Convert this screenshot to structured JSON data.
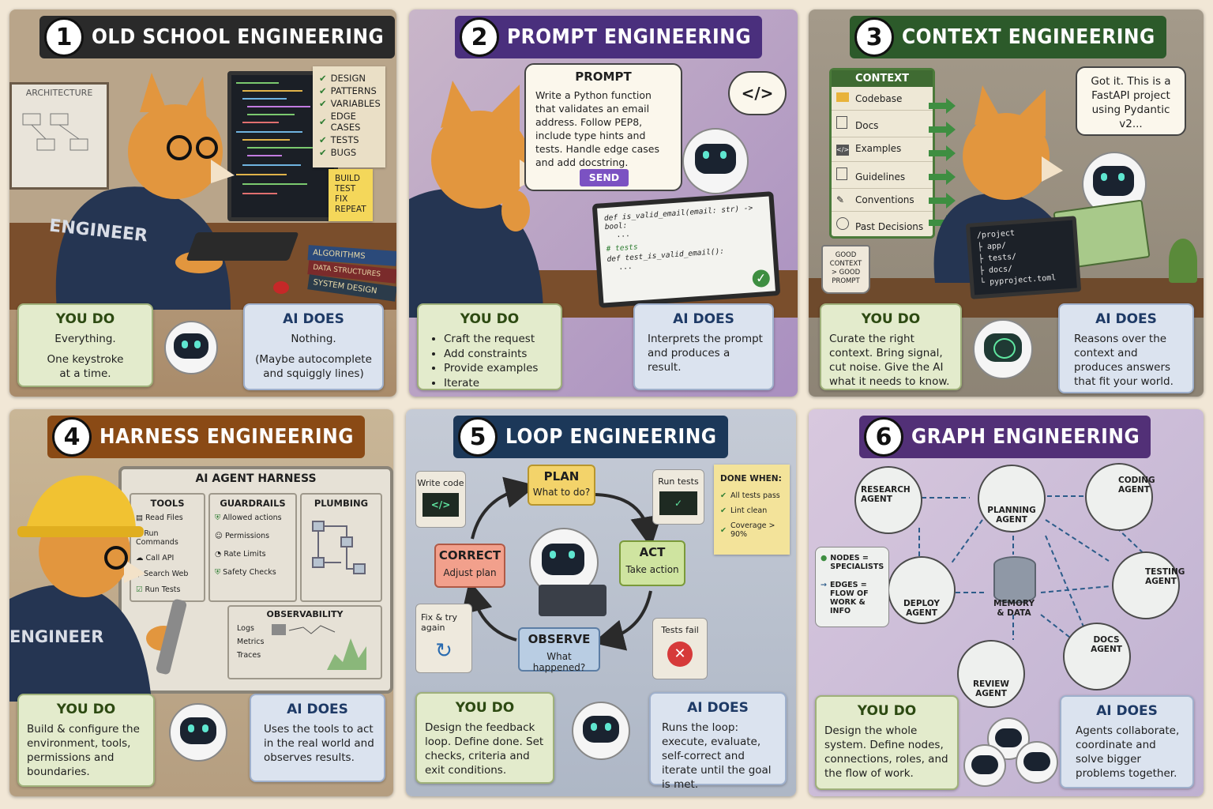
{
  "panels": [
    {
      "num": "1",
      "title": "OLD SCHOOL ENGINEERING",
      "whiteboard": "ARCHITECTURE",
      "checklist": [
        "DESIGN",
        "PATTERNS",
        "VARIABLES",
        "EDGE CASES",
        "TESTS",
        "BUGS"
      ],
      "note": [
        "BUILD",
        "TEST",
        "FIX",
        "REPEAT"
      ],
      "hoodie": "ENGINEER",
      "books": [
        "ALGORITHMS",
        "DATA STRUCTURES",
        "SYSTEM DESIGN"
      ],
      "you_title": "YOU DO",
      "you_lines": [
        "Everything.",
        "One keystroke at a time."
      ],
      "ai_title": "AI DOES",
      "ai_lines": [
        "Nothing.",
        "(Maybe autocomplete and squiggly lines)"
      ]
    },
    {
      "num": "2",
      "title": "PROMPT ENGINEERING",
      "prompt_title": "PROMPT",
      "prompt_text": "Write a Python function that validates an email address. Follow PEP8, include type hints and tests. Handle edge cases and add docstring.",
      "send": "SEND",
      "code": [
        "def is_valid_email(email: str) -> bool:",
        "...",
        "# tests",
        "def test_is_valid_email():",
        "..."
      ],
      "you_title": "YOU DO",
      "you_list": [
        "Craft the request",
        "Add constraints",
        "Provide examples",
        "Iterate"
      ],
      "ai_title": "AI DOES",
      "ai_text": "Interprets the prompt and produces a result."
    },
    {
      "num": "3",
      "title": "CONTEXT ENGINEERING",
      "context_title": "CONTEXT",
      "context_items": [
        "Codebase",
        "Docs",
        "Examples",
        "Guidelines",
        "Conventions",
        "Past Decisions"
      ],
      "speech": "Got it. This is a FastAPI project using Pydantic v2...",
      "mug": [
        "GOOD",
        "CONTEXT",
        "> GOOD",
        "PROMPT"
      ],
      "tree": [
        "/project",
        "├ app/",
        "├ tests/",
        "├ docs/",
        "└ pyproject.toml"
      ],
      "you_title": "YOU DO",
      "you_text": "Curate the right context. Bring signal, cut noise. Give the AI what it needs to know.",
      "ai_title": "AI DOES",
      "ai_text": "Reasons over the context and produces answers that fit your world."
    },
    {
      "num": "4",
      "title": "HARNESS ENGINEERING",
      "board_title": "AI AGENT HARNESS",
      "tools_title": "TOOLS",
      "tools": [
        "Read Files",
        "Run Commands",
        "Call API",
        "Search Web",
        "Run Tests"
      ],
      "guard_title": "GUARDRAILS",
      "guards": [
        "Allowed actions",
        "Permissions",
        "Rate Limits",
        "Safety Checks"
      ],
      "plumbing_title": "PLUMBING",
      "obs_title": "OBSERVABILITY",
      "obs": [
        "Logs",
        "Metrics",
        "Traces"
      ],
      "hoodie": "ENGINEER",
      "you_title": "YOU DO",
      "you_text": "Build & configure the environment, tools, permissions and boundaries.",
      "ai_title": "AI DOES",
      "ai_text": "Uses the tools to act in the real world and observes results."
    },
    {
      "num": "5",
      "title": "LOOP ENGINEERING",
      "plan": {
        "title": "PLAN",
        "sub": "What to do?"
      },
      "act": {
        "title": "ACT",
        "sub": "Take action"
      },
      "observe": {
        "title": "OBSERVE",
        "sub": "What happened?"
      },
      "correct": {
        "title": "CORRECT",
        "sub": "Adjust plan"
      },
      "write_code": "Write code",
      "run_tests": "Run tests",
      "tests_fail": "Tests fail",
      "fix_try": "Fix & try again",
      "done_title": "DONE WHEN:",
      "done": [
        "All tests pass",
        "Lint clean",
        "Coverage > 90%"
      ],
      "you_title": "YOU DO",
      "you_text": "Design the feedback loop. Define done. Set checks, criteria and exit conditions.",
      "ai_title": "AI DOES",
      "ai_text": "Runs the loop: execute, evaluate, self-correct and iterate until the goal is met."
    },
    {
      "num": "6",
      "title": "GRAPH ENGINEERING",
      "nodes": [
        "RESEARCH AGENT",
        "PLANNING AGENT",
        "CODING AGENT",
        "TESTING AGENT",
        "DOCS AGENT",
        "REVIEW AGENT",
        "DEPLOY AGENT"
      ],
      "memory": "MEMORY & DATA",
      "legend": [
        "NODES = SPECIALISTS",
        "EDGES = FLOW OF WORK & INFO"
      ],
      "you_title": "YOU DO",
      "you_text": "Design the whole system. Define nodes, connections, roles, and the flow of work.",
      "ai_title": "AI DOES",
      "ai_text": "Agents collaborate, coordinate and solve bigger problems together."
    }
  ]
}
